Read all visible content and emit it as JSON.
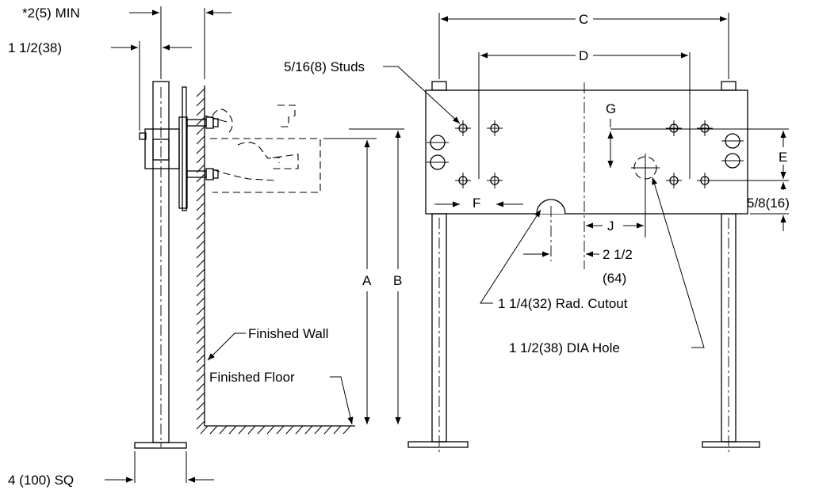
{
  "side_view": {
    "min_clearance": "*2(5) MIN",
    "post_width": "1 1/2(38)",
    "base_size": "4 (100) SQ",
    "finished_wall": "Finished Wall",
    "finished_floor": "Finished Floor"
  },
  "front_view": {
    "studs": "5/16(8) Studs",
    "dim_a": "A",
    "dim_b": "B",
    "dim_c": "C",
    "dim_d": "D",
    "dim_e": "E",
    "dim_f": "F",
    "dim_g": "G",
    "dim_j": "J",
    "edge_offset": "5/8(16)",
    "hole_offset_line1": "2 1/2",
    "hole_offset_line2": "(64)",
    "cutout": "1 1/4(32) Rad. Cutout",
    "dia_hole": "1 1/2(38) DIA Hole"
  }
}
